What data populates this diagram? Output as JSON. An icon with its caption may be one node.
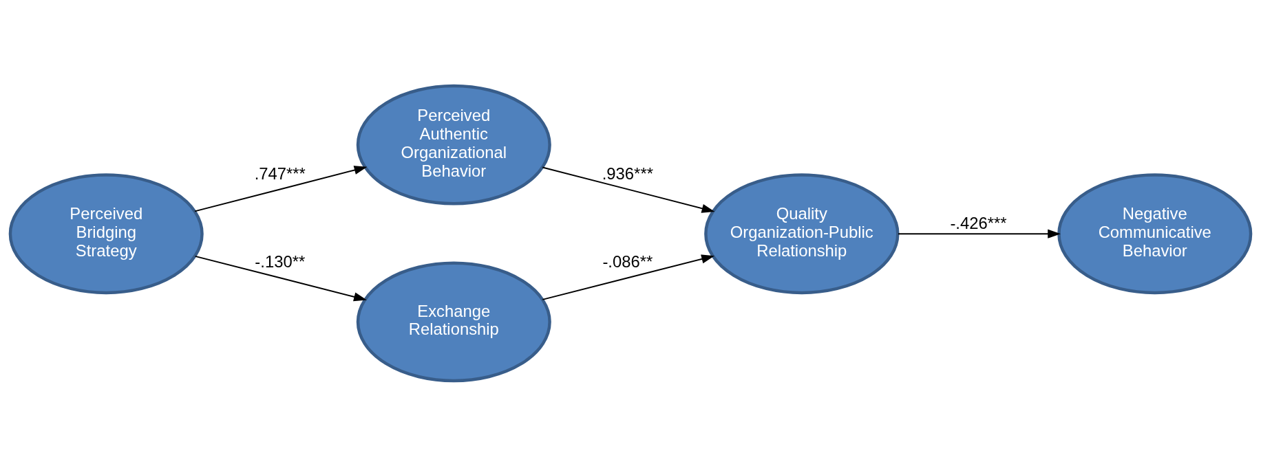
{
  "diagram": {
    "nodes": [
      {
        "text": [
          "Perceived Bridging Strategy"
        ]
      },
      {
        "text": [
          "Perceived Authentic Organizational Behavior"
        ]
      },
      {
        "text": [
          "Exchange Relationship"
        ]
      },
      {
        "text": [
          "Quality Organization-Public Relationship"
        ]
      },
      {
        "text": [
          "Negative Communicative Behavior"
        ]
      }
    ],
    "edges": [
      {
        "from": 0,
        "to": 1,
        "arrow": "to",
        "label": ".747***"
      },
      {
        "from": 0,
        "to": 2,
        "arrow": "to",
        "label": "-.130**"
      },
      {
        "from": 1,
        "to": 3,
        "arrow": "to",
        "label": ".936***"
      },
      {
        "from": 2,
        "to": 3,
        "arrow": "to",
        "label": "-.086**"
      },
      {
        "from": 3,
        "to": 4,
        "arrow": "to",
        "label": "-.426***"
      }
    ]
  }
}
